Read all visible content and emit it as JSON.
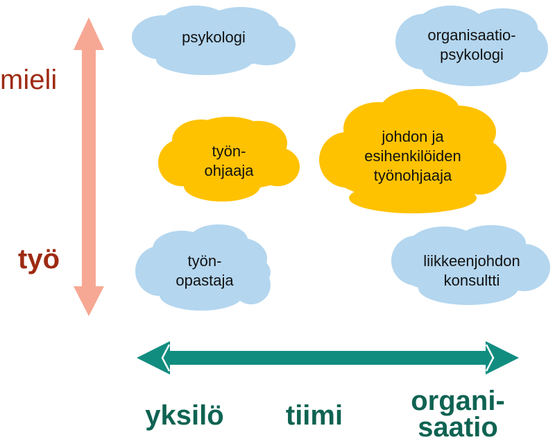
{
  "colors": {
    "blue_cloud": "#b4d6ef",
    "yellow_cloud": "#ffc200",
    "vertical_axis": "#f7a894",
    "vertical_label": "#9e2a12",
    "horizontal_axis": "#118d80",
    "horizontal_label": "#0f6352"
  },
  "vertical_axis": {
    "top_label": "mieli",
    "bottom_label": "työ"
  },
  "horizontal_axis": {
    "left_label": "yksilö",
    "middle_label": "tiimi",
    "right_label_line1": "organi-",
    "right_label_line2": "saatio"
  },
  "clouds": {
    "psykologi": {
      "line1": "psykologi",
      "color": "blue"
    },
    "organisaatiopsykologi": {
      "line1": "organisaatio-",
      "line2": "psykologi",
      "color": "blue"
    },
    "tyonohjaaja": {
      "line1": "työn-",
      "line2": "ohjaaja",
      "color": "yellow"
    },
    "johdon_tyonohjaaja": {
      "line1": "johdon ja",
      "line2": "esihenkilöiden",
      "line3": "työnohjaaja",
      "color": "yellow"
    },
    "tyonopastaja": {
      "line1": "työn-",
      "line2": "opastaja",
      "color": "blue"
    },
    "liikkeenjohdon_konsultti": {
      "line1": "liikkeenjohdon",
      "line2": "konsultti",
      "color": "blue"
    }
  }
}
